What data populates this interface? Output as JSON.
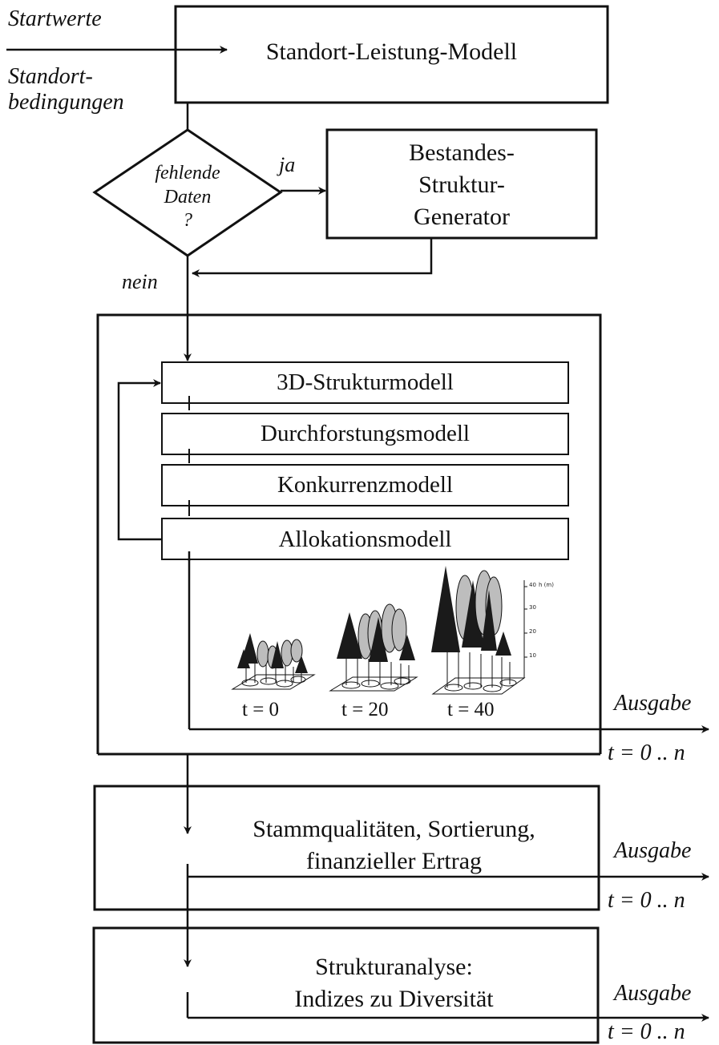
{
  "inputs": {
    "startwerte": "Startwerte",
    "standort_line1": "Standort-",
    "standort_line2": "bedingungen"
  },
  "standort_model": "Standort-Leistung-Modell",
  "decision": {
    "line1": "fehlende",
    "line2": "Daten",
    "line3": "?",
    "yes": "ja",
    "no": "nein"
  },
  "generator": {
    "line1": "Bestandes-",
    "line2": "Struktur-",
    "line3": "Generator"
  },
  "submodels": [
    "3D-Strukturmodell",
    "Durchforstungsmodell",
    "Konkurrenzmodell",
    "Allokationsmodell"
  ],
  "stand_snapshots": {
    "labels": [
      "t = 0",
      "t = 20",
      "t = 40"
    ],
    "axis_label": "h (m)",
    "axis_ticks": [
      "40",
      "30",
      "20",
      "10"
    ]
  },
  "quality": {
    "line1": "Stammqualitäten, Sortierung,",
    "line2": "finanzieller Ertrag"
  },
  "analysis": {
    "line1": "Strukturanalyse:",
    "line2": "Indizes zu Diversität"
  },
  "output": {
    "label": "Ausgabe",
    "range": "t = 0 .. n"
  },
  "colors": {
    "line": "#111111",
    "tree_dark": "#1a1a1a",
    "tree_light": "#bdbdbd"
  }
}
